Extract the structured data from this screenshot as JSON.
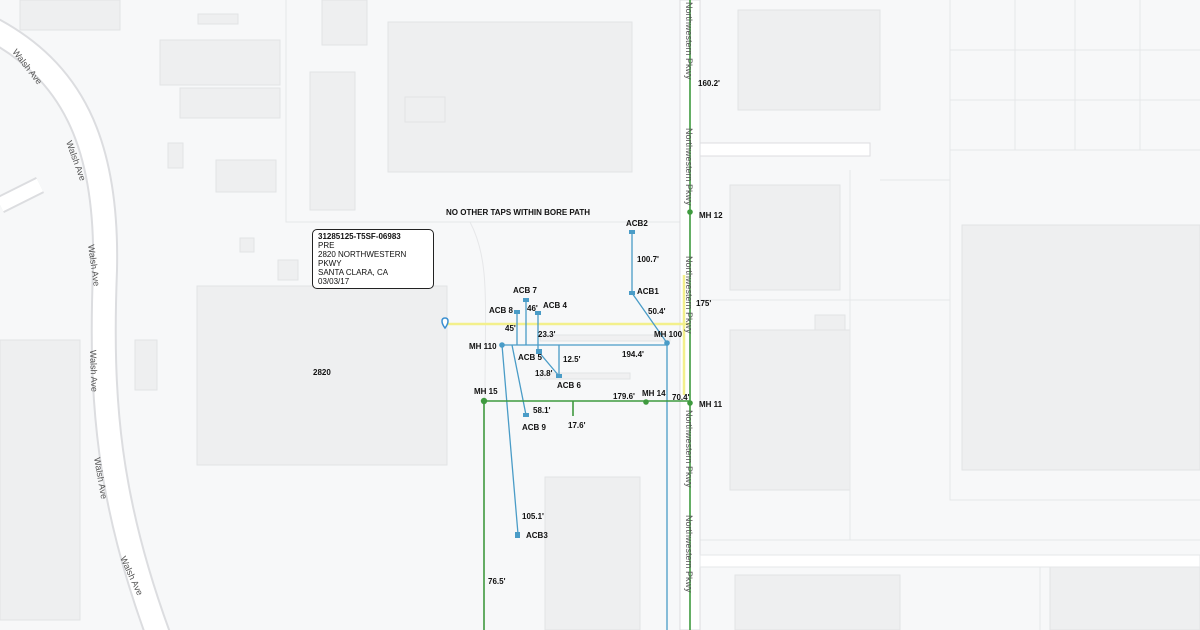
{
  "streets": {
    "walsh": "Walsh Ave",
    "northwestern": "Northwestern Pkwy"
  },
  "note": "NO OTHER TAPS WITHIN BORE PATH",
  "infobox": {
    "id": "31285125-T5SF-06983",
    "status": "PRE",
    "address": "2820 NORTHWESTERN PKWY",
    "city": "SANTA CLARA, CA",
    "date": "03/03/17"
  },
  "building_label": "2820",
  "structures": {
    "acb1": "ACB1",
    "acb2": "ACB2",
    "acb3": "ACB3",
    "acb4": "ACB 4",
    "acb5": "ACB 5",
    "acb6": "ACB 6",
    "acb7": "ACB 7",
    "acb8": "ACB 8",
    "acb9": "ACB 9",
    "mh100": "MH 100",
    "mh110": "MH 110",
    "mh11": "MH 11",
    "mh12": "MH 12",
    "mh14": "MH 14",
    "mh15": "MH 15"
  },
  "distances": {
    "d1": "100.7'",
    "d2": "50.4'",
    "d3": "175'",
    "d4": "160.2'",
    "d5": "46'",
    "d6": "45'",
    "d7": "23.3'",
    "d8": "12.5'",
    "d9": "13.8'",
    "d10": "194.4'",
    "d11": "179.6'",
    "d12": "70.4'",
    "d13": "58.1'",
    "d14": "17.6'",
    "d15": "105.1'",
    "d16": "76.5'"
  },
  "colors": {
    "electric": "#4a9cc7",
    "gas": "#3f9a3f",
    "bore": "#f3f08c"
  }
}
